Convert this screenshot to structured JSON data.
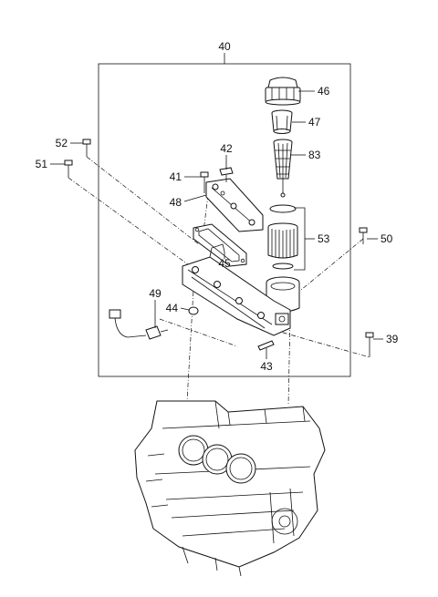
{
  "diagram": {
    "callouts": {
      "c40": "40",
      "c46": "46",
      "c47": "47",
      "c52": "52",
      "c83": "83",
      "c42": "42",
      "c51": "51",
      "c41": "41",
      "c48": "48",
      "c53": "53",
      "c50": "50",
      "c45": "45",
      "c49": "49",
      "c44": "44",
      "c39": "39",
      "c43": "43"
    }
  }
}
